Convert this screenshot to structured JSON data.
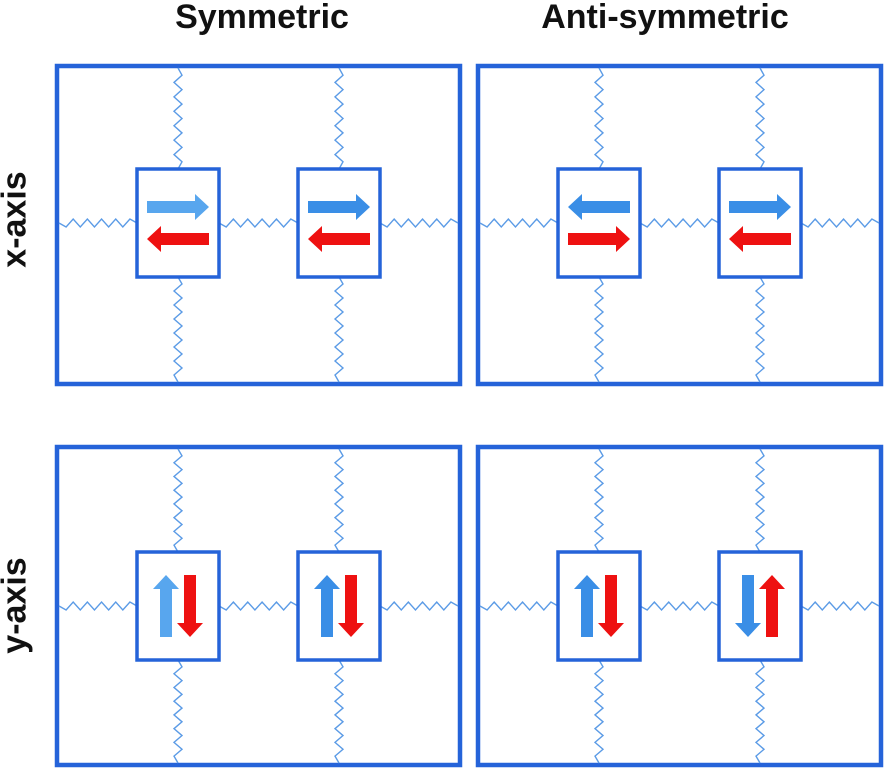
{
  "columns": [
    "Symmetric",
    "Anti-symmetric"
  ],
  "rows": [
    "x-axis",
    "y-axis"
  ],
  "colors": {
    "frame": "#2563d9",
    "spring": "#5b9be6",
    "blue_arrow": "#3a8ee6",
    "blue_arrow_light": "#58a6ee",
    "red_arrow": "#ee1111"
  },
  "panels": [
    {
      "name": "x-symmetric",
      "axis": "x",
      "mode": "symmetric",
      "masses": [
        {
          "blue": "right",
          "red": "left"
        },
        {
          "blue": "right",
          "red": "left"
        }
      ]
    },
    {
      "name": "x-anti-symmetric",
      "axis": "x",
      "mode": "anti-symmetric",
      "masses": [
        {
          "blue": "left",
          "red": "right"
        },
        {
          "blue": "right",
          "red": "left"
        }
      ]
    },
    {
      "name": "y-symmetric",
      "axis": "y",
      "mode": "symmetric",
      "masses": [
        {
          "blue": "up",
          "red": "down"
        },
        {
          "blue": "up",
          "red": "down"
        }
      ]
    },
    {
      "name": "y-anti-symmetric",
      "axis": "y",
      "mode": "anti-symmetric",
      "masses": [
        {
          "blue": "up",
          "red": "down"
        },
        {
          "blue": "down",
          "red": "up"
        }
      ]
    }
  ]
}
